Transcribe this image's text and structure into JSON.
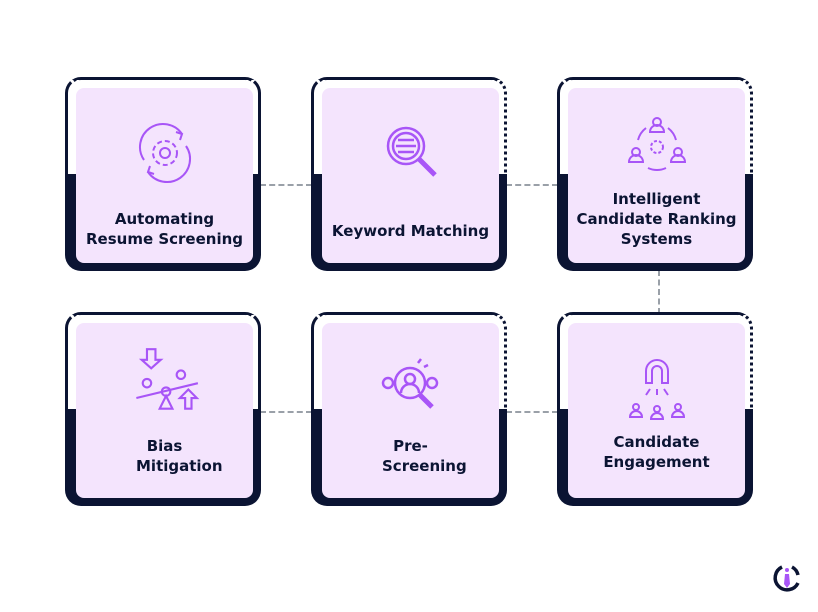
{
  "cards": [
    {
      "label": "Automating Resume Screening",
      "icon": "gear-cycle-icon"
    },
    {
      "label": "Keyword Matching",
      "icon": "magnifier-icon"
    },
    {
      "label": "Intelligent Candidate Ranking Systems",
      "icon": "people-gear-icon"
    },
    {
      "label": "Bias Mitigation",
      "icon": "seesaw-icon"
    },
    {
      "label": "Pre-Screening",
      "icon": "search-person-icon"
    },
    {
      "label": "Candidate Engagement",
      "icon": "magnet-people-icon"
    }
  ],
  "colors": {
    "accent": "#a855f7",
    "dark": "#0b1433",
    "card": "#f4e4fd"
  }
}
